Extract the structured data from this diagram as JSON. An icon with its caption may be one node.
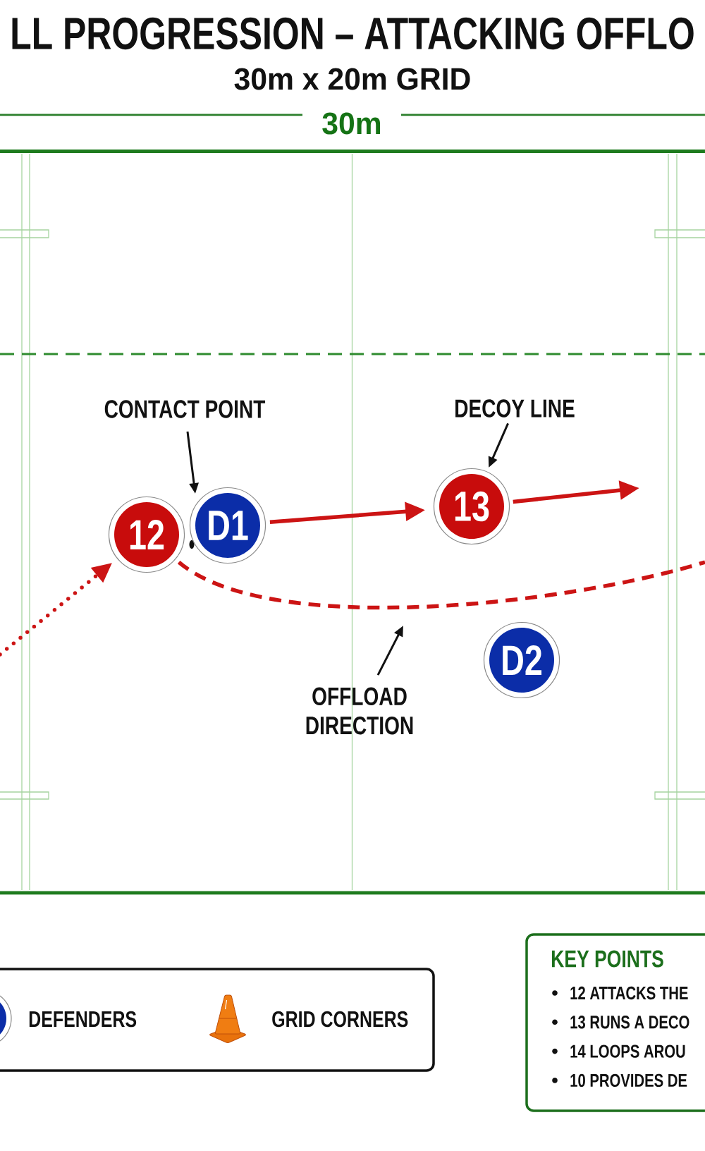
{
  "diagram": {
    "title": "LL PROGRESSION – ATTACKING OFFLO",
    "nodes": [
      {
        "text": [
          "CONTACT POINT"
        ]
      },
      {
        "text": [
          "DECOY LINE"
        ]
      },
      {
        "text": [
          "12"
        ]
      },
      {
        "text": [
          "D1"
        ]
      },
      {
        "text": [
          "13"
        ]
      },
      {
        "text": [
          "OFFLOAD DIRECTION"
        ]
      },
      {
        "text": [
          "D2"
        ]
      },
      {
        "text": [
          "KEY POINTS",
          "12 ATTACKS THE",
          "13 RUNS A DECO",
          "14 LOOPS AROU",
          "10 PROVIDES DE"
        ]
      }
    ],
    "edges": [
      {
        "from": null,
        "to": 2,
        "arrow": "to",
        "style": "dashed"
      },
      {
        "from": 3,
        "to": 4,
        "arrow": "to"
      },
      {
        "from": 4,
        "to": null,
        "arrow": "to"
      },
      {
        "from": 2,
        "to": null,
        "arrow": "none",
        "style": "dashed"
      },
      {
        "from": 0,
        "to": 3,
        "arrow": "to",
        "color": "#111111"
      },
      {
        "from": 1,
        "to": 4,
        "arrow": "to",
        "color": "#111111"
      },
      {
        "from": 5,
        "to": null,
        "arrow": "to",
        "color": "#111111"
      }
    ],
    "labels": [
      "30m x 20m GRID",
      "30m"
    ],
    "legend": [
      {
        "text": "DEFENDERS"
      },
      {
        "text": "GRID CORNERS"
      }
    ]
  }
}
